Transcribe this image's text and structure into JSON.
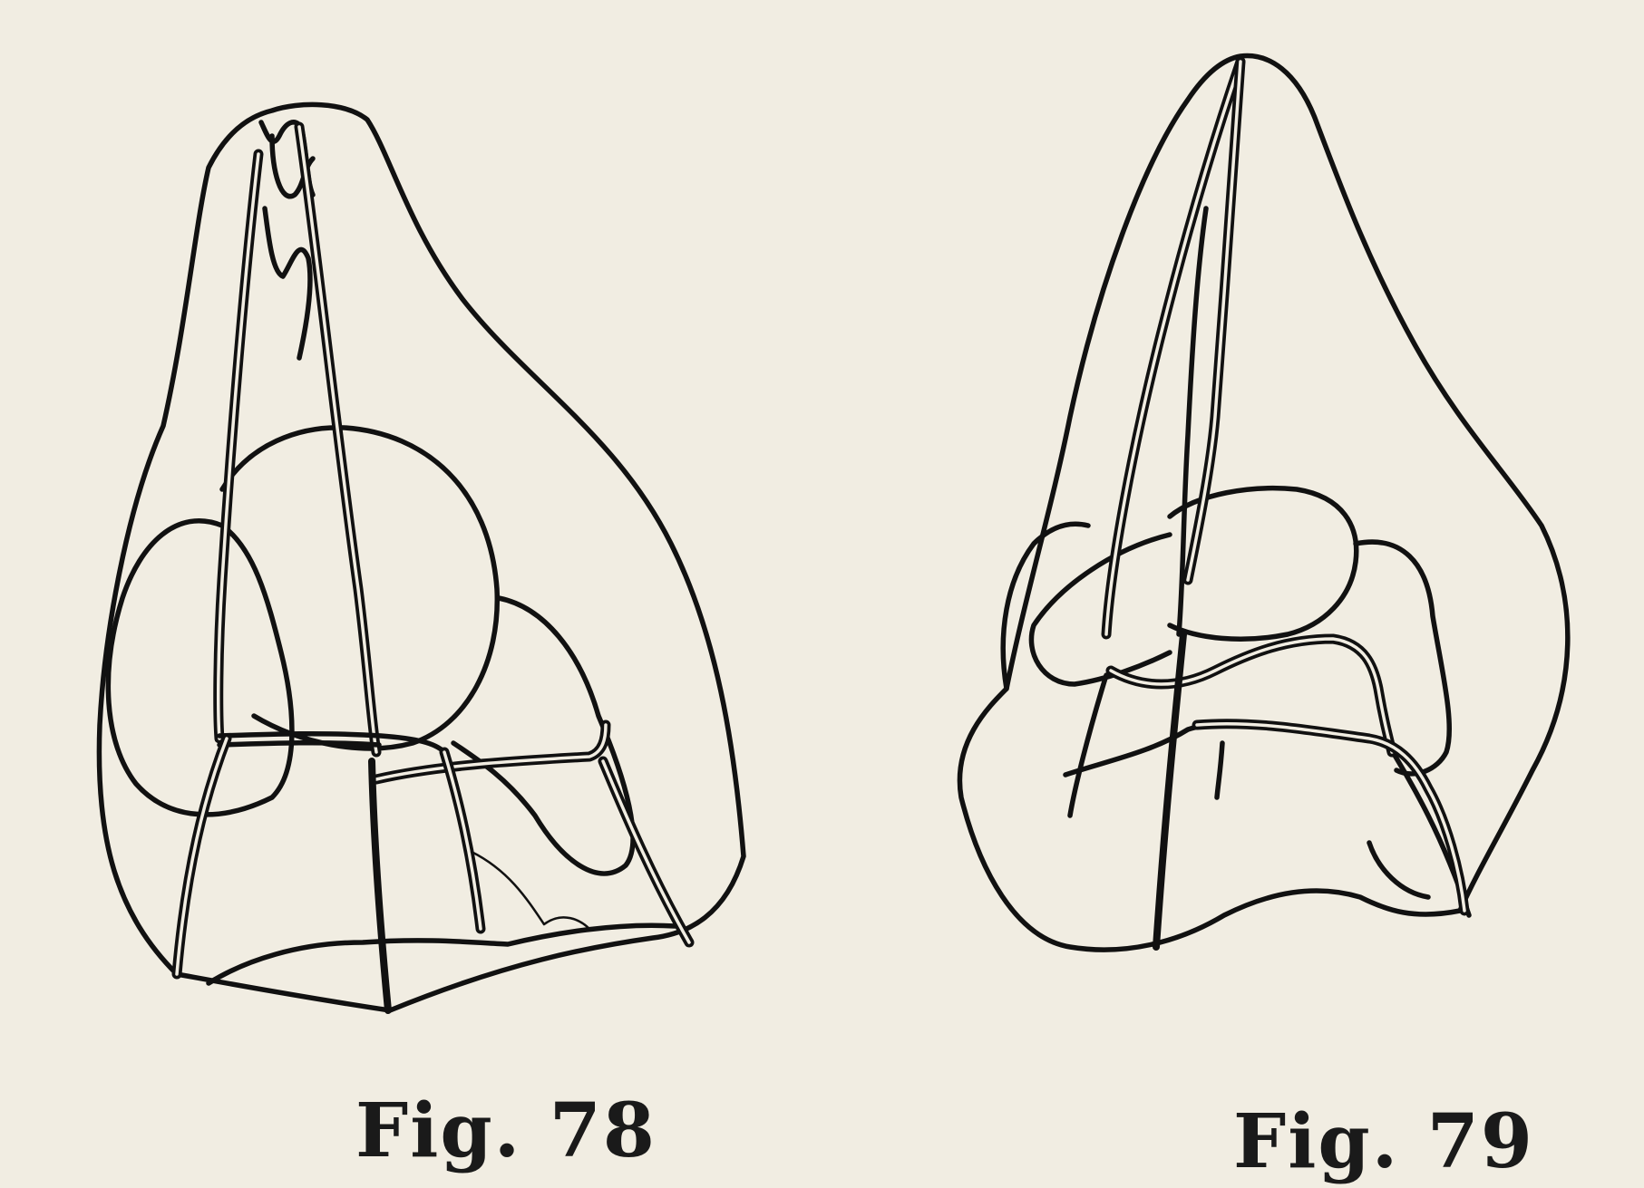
{
  "figures": [
    {
      "id": "fig78",
      "caption": "Fig. 78"
    },
    {
      "id": "fig79",
      "caption": "Fig. 79"
    }
  ],
  "colors": {
    "paper": "#f1ede2",
    "ink": "#111111"
  }
}
